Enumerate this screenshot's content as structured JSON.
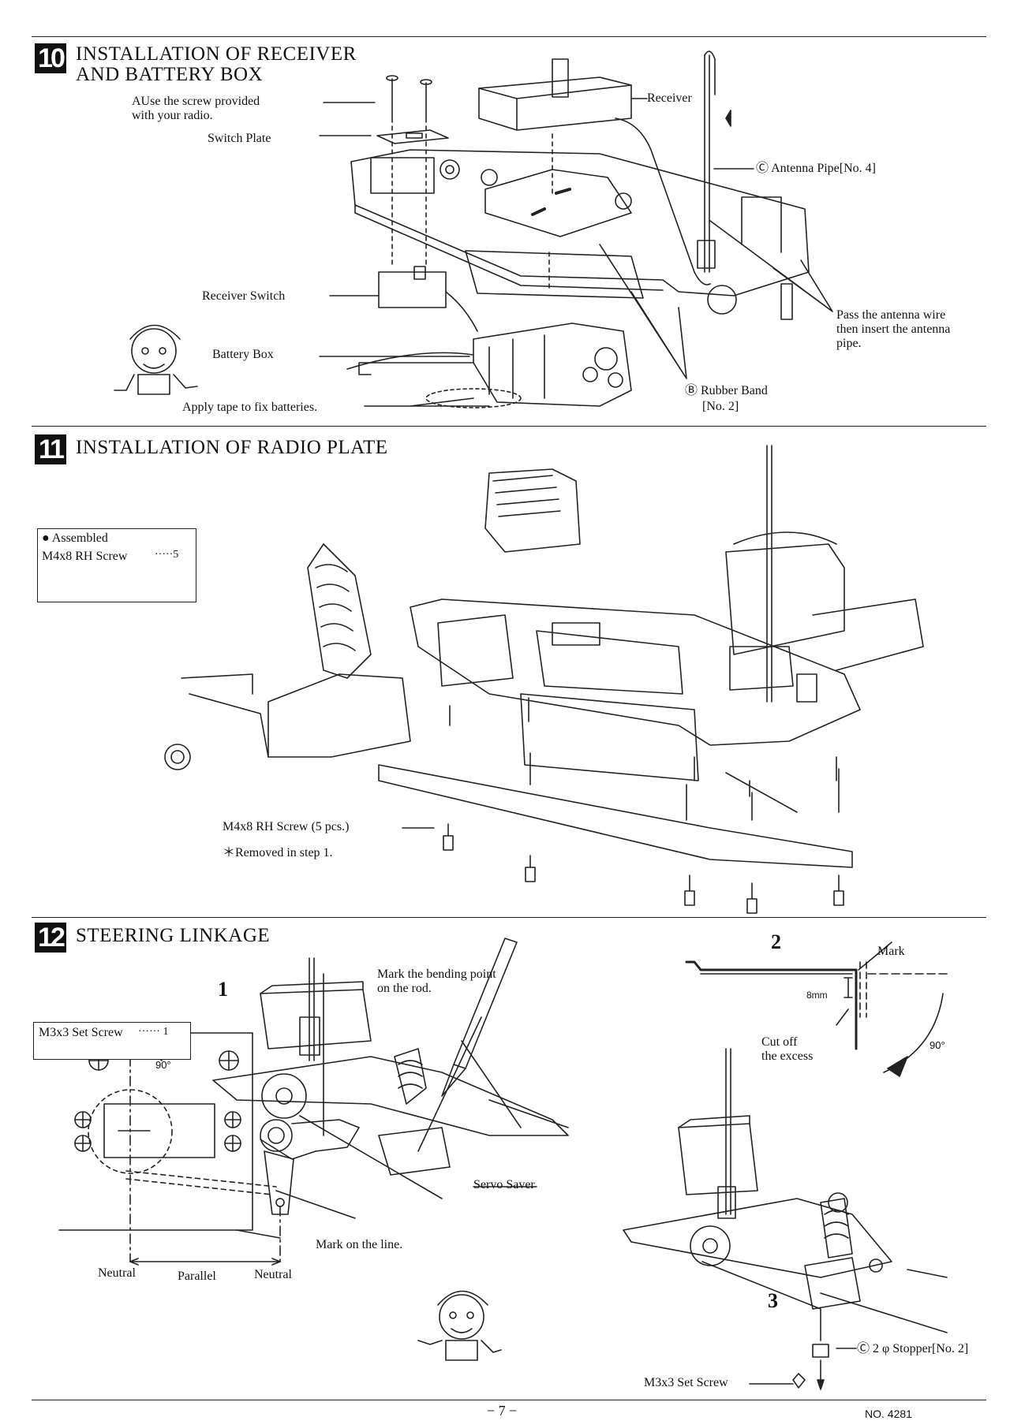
{
  "s10": {
    "num": "10",
    "title1": "INSTALLATION OF RECEIVER",
    "title2": "AND BATTERY BOX",
    "screw_note1": "AUse the screw provided",
    "screw_note2": "with your radio.",
    "switch_plate": "Switch Plate",
    "receiver": "Receiver",
    "antenna_pipe": "Ⓒ Antenna Pipe[No. 4]",
    "receiver_switch": "Receiver Switch",
    "battery_box": "Battery Box",
    "pass1": "Pass the antenna wire",
    "pass2": "then insert the antenna",
    "pass3": "pipe.",
    "rubber_band": "Ⓑ Rubber Band",
    "rubber_band_no": "[No. 2]",
    "tape": "Apply tape to fix batteries."
  },
  "s11": {
    "num": "11",
    "title": "INSTALLATION OF RADIO PLATE",
    "box_line1": "● Assembled",
    "box_line2": "M4x8 RH Screw",
    "box_qty": "·····5",
    "screw_label": "M4x8 RH Screw  (5 pcs.)",
    "removed": "＊Removed in step 1."
  },
  "s12": {
    "num": "12",
    "title": "STEERING LINKAGE",
    "box_line": "M3x3 Set Screw",
    "box_qty": "······ 1",
    "step1": "1",
    "step2": "2",
    "step3": "3",
    "mark_bend1": "Mark the bending point",
    "mark_bend2": "on the rod.",
    "servo_saver": "Servo Saver",
    "angle90a": "90°",
    "angle90b": "90°",
    "mark": "Mark",
    "mm8": "8mm",
    "cutoff1": "Cut off",
    "cutoff2": "the excess",
    "neutral1": "Neutral",
    "parallel": "Parallel",
    "neutral2": "Neutral",
    "mark_line": "Mark on the line.",
    "stopper": "Ⓒ 2 φ Stopper[No. 2]",
    "set_screw": "M3x3 Set Screw"
  },
  "footer": {
    "page": "− 7 −",
    "code": "NO. 4281"
  }
}
